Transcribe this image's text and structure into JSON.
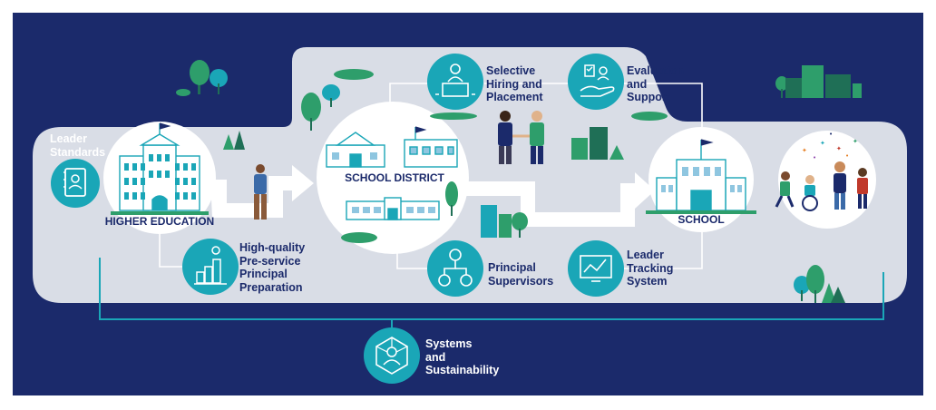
{
  "labels": {
    "leader_standards": "Leader\nStandards",
    "higher_education": "HIGHER EDUCATION",
    "school_district": "SCHOOL DISTRICT",
    "school": "SCHOOL",
    "selective_hiring": "Selective\nHiring and\nPlacement",
    "evaluation_support": "Evaluation\nand\nSupport",
    "preservice_prep": "High-quality\nPre-service\nPrincipal\nPreparation",
    "principal_supervisors": "Principal\nSupervisors",
    "leader_tracking": "Leader\nTracking\nSystem",
    "systems_sustainability": "Systems\nand\nSustainability"
  },
  "colors": {
    "navy": "#1b2a6b",
    "band": "#d9dde6",
    "teal": "#1aa6b7",
    "green": "#2e9e6b",
    "dark_green": "#1f6f56",
    "light_blue": "#8fc6e0"
  }
}
